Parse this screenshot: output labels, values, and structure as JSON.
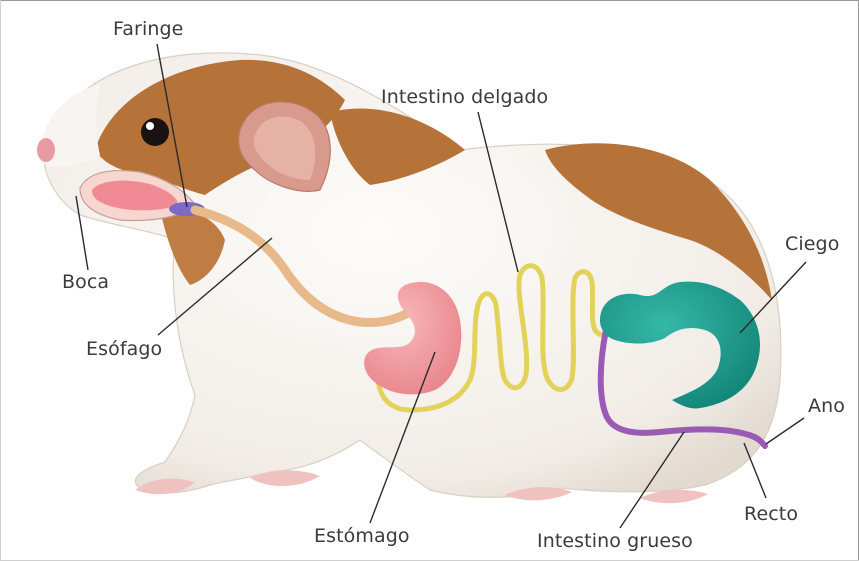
{
  "labels": {
    "faringe": "Faringe",
    "intestino_delgado": "Intestino delgado",
    "ciego": "Ciego",
    "boca": "Boca",
    "esofago": "Esófago",
    "ano": "Ano",
    "recto": "Recto",
    "estomago": "Estómago",
    "intestino_grueso": "Intestino grueso"
  },
  "colors": {
    "label_text": "#3b3b3b",
    "leader_line": "#2b2b2b",
    "fur_white": "#f7f4f1",
    "fur_brown": "#b5733a",
    "esophagus": "#e8b98a",
    "pharynx": "#7b6bc7",
    "stomach": "#f2979c",
    "small_intestine": "#e3d25a",
    "cecum": "#1e9e90",
    "large_intestine": "#9a5bb5"
  }
}
